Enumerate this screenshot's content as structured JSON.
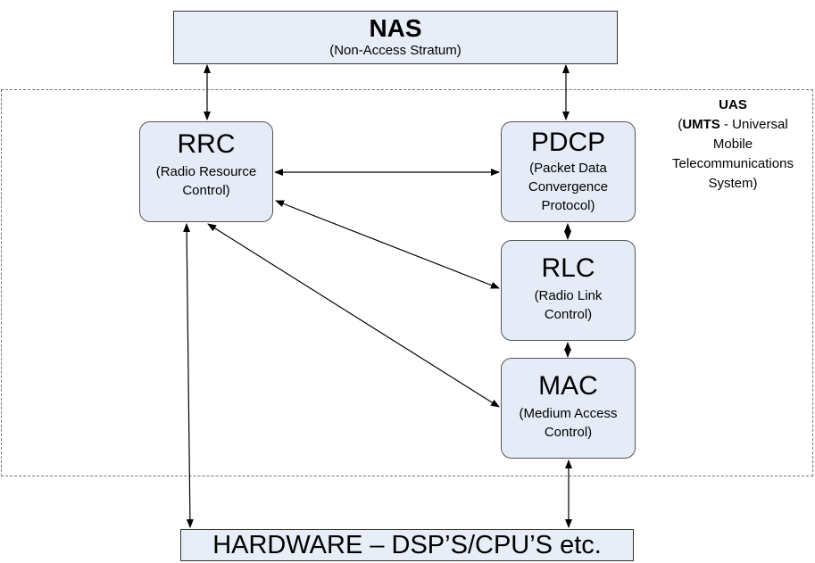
{
  "nas": {
    "title": "NAS",
    "subtitle": "(Non-Access Stratum)"
  },
  "uas": {
    "title": "UAS",
    "line1_open": "(",
    "line1_bold": "UMTS",
    "line1_rest": " -  Universal",
    "line2": "Mobile",
    "line3": "Telecommunications",
    "line4": "System)"
  },
  "rrc": {
    "title": "RRC",
    "line1": "(Radio Resource",
    "line2": "Control)"
  },
  "pdcp": {
    "title": "PDCP",
    "line1": "(Packet Data",
    "line2": "Convergence",
    "line3": "Protocol)"
  },
  "rlc": {
    "title": "RLC",
    "line1": "(Radio Link",
    "line2": "Control)"
  },
  "mac": {
    "title": "MAC",
    "line1": "(Medium Access",
    "line2": "Control)"
  },
  "hardware": {
    "label": "HARDWARE – DSP’S/CPU’S etc."
  },
  "colors": {
    "box_fill": "#e6ecf7",
    "border": "#333333",
    "arrow": "#000000"
  }
}
